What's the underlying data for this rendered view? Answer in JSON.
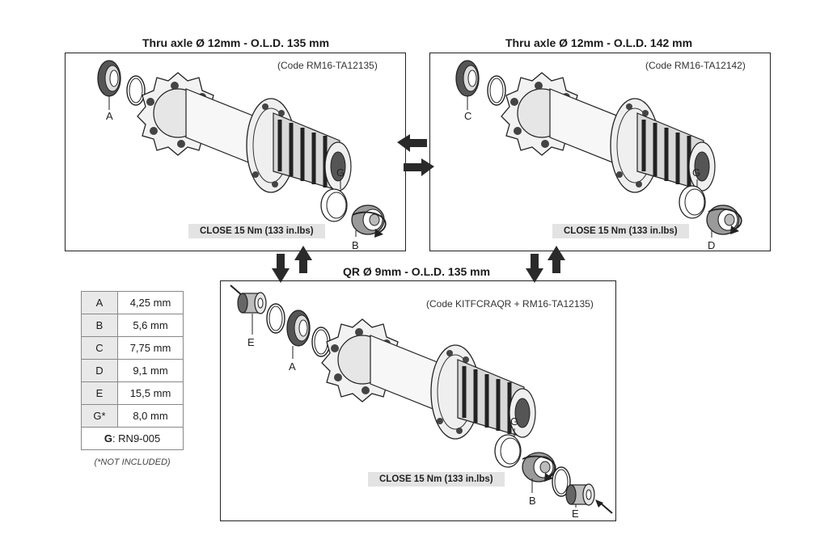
{
  "panels": {
    "top_left": {
      "title": "Thru axle Ø 12mm - O.L.D. 135 mm",
      "code": "(Code RM16-TA12135)",
      "torque": "CLOSE 15 Nm (133 in.lbs)",
      "labels": [
        "A",
        "G",
        "B"
      ]
    },
    "top_right": {
      "title": "Thru axle Ø 12mm - O.L.D. 142 mm",
      "code": "(Code RM16-TA12142)",
      "torque": "CLOSE 15 Nm (133 in.lbs)",
      "labels": [
        "C",
        "G",
        "D"
      ]
    },
    "bottom": {
      "title": "QR Ø 9mm - O.L.D. 135 mm",
      "code": "(Code KITFCRAQR + RM16-TA12135)",
      "torque": "CLOSE 15 Nm (133 in.lbs)",
      "labels": [
        "E",
        "A",
        "G",
        "B",
        "E"
      ]
    }
  },
  "spec_table": {
    "rows": [
      {
        "key": "A",
        "value": "4,25 mm"
      },
      {
        "key": "B",
        "value": "5,6 mm"
      },
      {
        "key": "C",
        "value": "7,75 mm"
      },
      {
        "key": "D",
        "value": "9,1 mm"
      },
      {
        "key": "E",
        "value": "15,5 mm"
      },
      {
        "key": "G*",
        "value": "8,0 mm"
      }
    ],
    "footer_key": "G",
    "footer_value": ": RN9-005",
    "note": "(*NOT INCLUDED)"
  },
  "colors": {
    "stroke": "#222222",
    "hub_light": "#f2f2f2",
    "hub_dark": "#3a3a3a",
    "cap_grey": "#9a9a9a",
    "label_bg": "#e3e3e3",
    "arrow": "#2a2a2a"
  },
  "icons": [
    "hub-icon",
    "freehub-body-icon",
    "end-cap-icon",
    "o-ring-icon",
    "rotation-arrow-icon",
    "swap-arrow-icon"
  ]
}
